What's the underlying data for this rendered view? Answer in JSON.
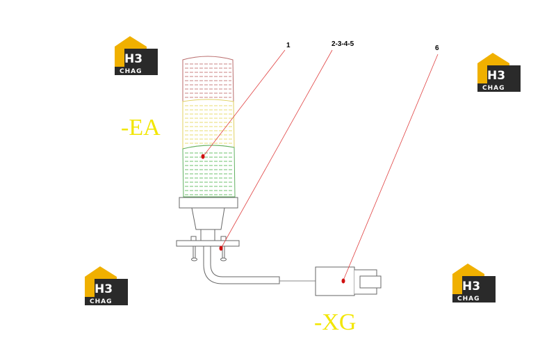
{
  "logo": {
    "top_text": "H3",
    "bottom_text": "CHAG",
    "colors": {
      "roof": "#f0b000",
      "body": "#222222",
      "text_light": "#ffffff"
    }
  },
  "callouts": [
    "1",
    "2-3-4-5",
    "6"
  ],
  "tags": {
    "ea": "-EA",
    "xg": "-XG"
  },
  "colors": {
    "tag_yellow": "#f2e600",
    "leader_red": "#e03030",
    "light_red": "#c06060",
    "light_yellow": "#e8d860",
    "light_green": "#50b050",
    "outline": "#666666"
  }
}
